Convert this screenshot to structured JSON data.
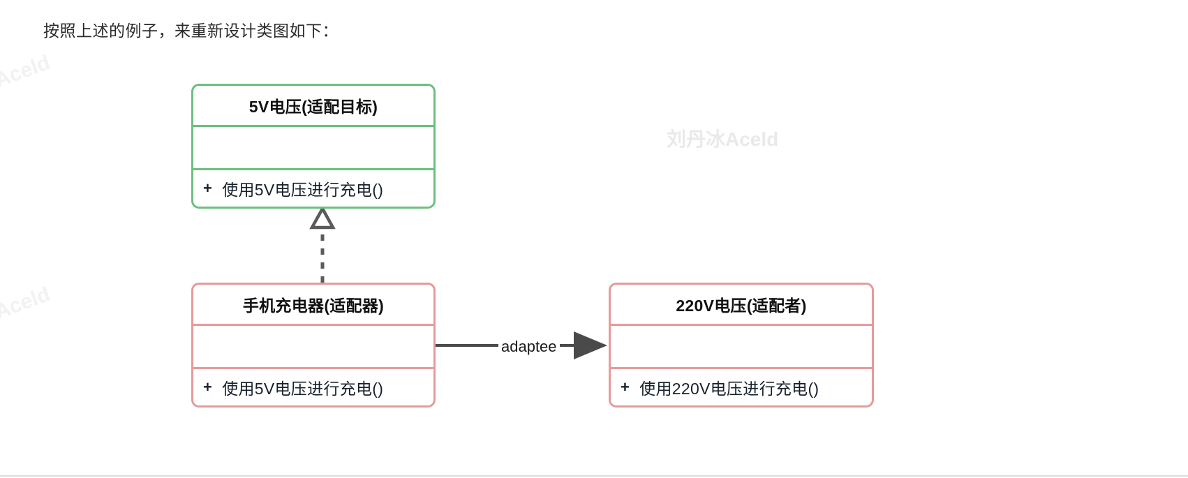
{
  "page": {
    "heading": "按照上述的例子，来重新设计类图如下："
  },
  "watermarks": {
    "side_text": "Aceld",
    "center_text": "刘丹冰Aceld",
    "side_color": "#f2f2f2",
    "center_color": "#e9e9e9"
  },
  "diagram": {
    "type": "uml-class-diagram",
    "classes": [
      {
        "id": "target",
        "name": "5V电压(适配目标)",
        "border_color": "#6cbf7e",
        "role": "适配目标",
        "attributes": [],
        "attributes_placeholder": "",
        "methods": [
          {
            "visibility": "+",
            "signature": "使用5V电压进行充电()"
          }
        ]
      },
      {
        "id": "adapter",
        "name": "手机充电器(适配器)",
        "border_color": "#e79a9a",
        "role": "适配器",
        "attributes": [],
        "attributes_placeholder": "",
        "methods": [
          {
            "visibility": "+",
            "signature": "使用5V电压进行充电()"
          }
        ]
      },
      {
        "id": "adaptee",
        "name": "220V电压(适配者)",
        "border_color": "#e79a9a",
        "role": "适配者",
        "attributes": [],
        "attributes_placeholder": "",
        "methods": [
          {
            "visibility": "+",
            "signature": "使用220V电压进行充电()"
          }
        ]
      }
    ],
    "relations": [
      {
        "id": "realization",
        "from": "adapter",
        "to": "target",
        "style": "dashed",
        "arrowhead": "hollow-triangle",
        "label": "",
        "color": "#5a5a5a"
      },
      {
        "id": "association",
        "from": "adapter",
        "to": "adaptee",
        "style": "solid",
        "arrowhead": "filled-arrow",
        "label": "adaptee",
        "color": "#4a4a4a"
      }
    ]
  }
}
